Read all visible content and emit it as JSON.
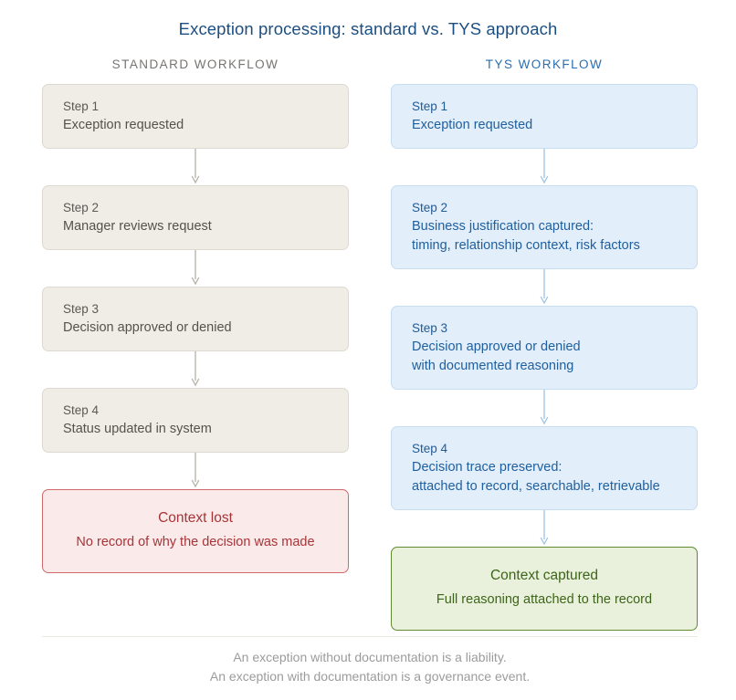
{
  "title": "Exception processing: standard vs. TYS approach",
  "colors": {
    "title": "#1b4f82",
    "standard_header": "#777471",
    "tys_header": "#2a6db0",
    "standard_box_fill": "#f0ede7",
    "standard_box_border": "#ded9d0",
    "tys_box_fill": "#e2eefa",
    "tys_box_border": "#c6ddf2",
    "standard_arrow": "#b5b1a8",
    "tys_arrow": "#9cc4e8",
    "lost_fill": "#fbeaea",
    "lost_border": "#cf6a6c",
    "lost_text": "#a63438",
    "captured_fill": "#e9f1dc",
    "captured_border": "#5e8c2f",
    "captured_text": "#3d6519",
    "footer_text": "#9b9b9b",
    "footer_divider": "#ece9e0"
  },
  "columns": [
    {
      "header": "STANDARD WORKFLOW",
      "steps": [
        {
          "label": "Step 1",
          "lines": [
            "Exception requested"
          ]
        },
        {
          "label": "Step 2",
          "lines": [
            "Manager reviews request"
          ]
        },
        {
          "label": "Step 3",
          "lines": [
            "Decision approved or denied"
          ]
        },
        {
          "label": "Step 4",
          "lines": [
            "Status updated in system"
          ]
        }
      ],
      "outcome": {
        "title": "Context lost",
        "subtitle": "No record of why the decision was made"
      }
    },
    {
      "header": "TYS WORKFLOW",
      "steps": [
        {
          "label": "Step 1",
          "lines": [
            "Exception requested"
          ]
        },
        {
          "label": "Step 2",
          "lines": [
            "Business justification captured:",
            "timing, relationship context, risk factors"
          ]
        },
        {
          "label": "Step 3",
          "lines": [
            "Decision approved or denied",
            "with documented reasoning"
          ]
        },
        {
          "label": "Step 4",
          "lines": [
            "Decision trace preserved:",
            "attached to record, searchable, retrievable"
          ]
        }
      ],
      "outcome": {
        "title": "Context captured",
        "subtitle": "Full reasoning attached to the record"
      }
    }
  ],
  "footer": {
    "line1": "An exception without documentation is a liability.",
    "line2": "An exception with documentation is a governance event."
  }
}
